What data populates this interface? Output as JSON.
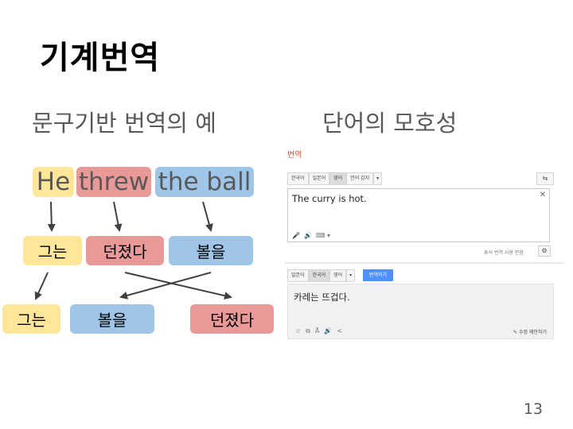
{
  "slide": {
    "title": "기계번역",
    "left_heading": "문구기반 번역의 예",
    "right_heading": "단어의 모호성",
    "page_number": "13"
  },
  "phrase_example": {
    "english": [
      "He",
      "threw",
      "the ball"
    ],
    "korean_row1": [
      "그는",
      "던졌다",
      "볼을"
    ],
    "korean_row2": [
      "그는",
      "볼을",
      "던졌다"
    ],
    "colors": {
      "yellow": "#ffe699",
      "red": "#ea9999",
      "blue": "#9fc5e8"
    }
  },
  "translate": {
    "header": "번역",
    "source_tabs": [
      "한국어",
      "일본어",
      "영어",
      "언어 감지"
    ],
    "source_dropdown": "▾",
    "swap_icon": "swap-icon",
    "source_text": "The curry is hot.",
    "source_tools": [
      "🎤",
      "🔊",
      "⌨ ▾"
    ],
    "community_note": "휴석 번역 사용 안함",
    "target_tabs": [
      "일본어",
      "한국어",
      "영어"
    ],
    "target_dropdown": "▾",
    "translate_button": "번역하기",
    "target_text": "카레는 뜨겁다.",
    "target_tools": [
      "☆",
      "⧉",
      "Ā",
      "🔊",
      "<"
    ],
    "edit_link": "✎ 수정 제안하기"
  }
}
